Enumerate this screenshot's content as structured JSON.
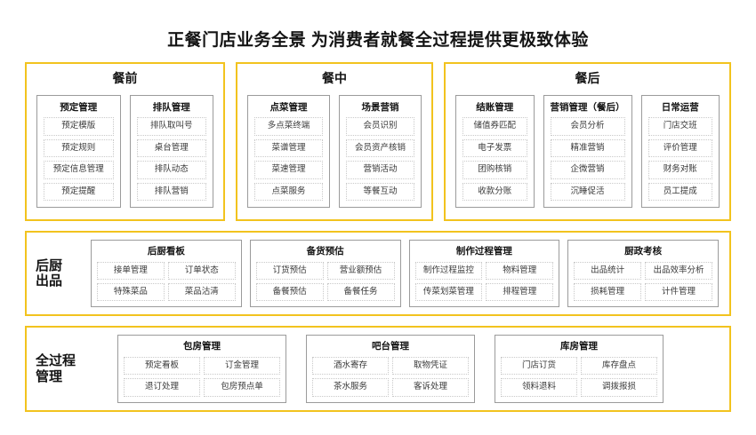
{
  "title": "正餐门店业务全景 为消费者就餐全过程提供更极致体验",
  "theme": {
    "accent": "#F2C31E",
    "group_border": "#9B9B9B",
    "item_border": "#C9C9C9",
    "background": "#FFFFFF",
    "text": "#1A1A1A"
  },
  "phases": [
    {
      "title": "餐前",
      "groups": [
        {
          "title": "预定管理",
          "items": [
            "预定模版",
            "预定规则",
            "预定信息管理",
            "预定提醒"
          ]
        },
        {
          "title": "排队管理",
          "items": [
            "排队取叫号",
            "桌台管理",
            "排队动态",
            "排队营销"
          ]
        }
      ]
    },
    {
      "title": "餐中",
      "groups": [
        {
          "title": "点菜管理",
          "items": [
            "多点菜终端",
            "菜谱管理",
            "菜速管理",
            "点菜服务"
          ]
        },
        {
          "title": "场景营销",
          "items": [
            "会员识别",
            "会员资产核销",
            "营销活动",
            "等餐互动"
          ]
        }
      ]
    },
    {
      "title": "餐后",
      "groups": [
        {
          "title": "结账管理",
          "items": [
            "储值券匹配",
            "电子发票",
            "团购核销",
            "收款分账"
          ]
        },
        {
          "title": "营销管理（餐后）",
          "items": [
            "会员分析",
            "精准营销",
            "企微营销",
            "沉睡促活"
          ]
        },
        {
          "title": "日常运营",
          "items": [
            "门店交班",
            "评价管理",
            "财务对账",
            "员工提成"
          ]
        }
      ]
    }
  ],
  "bands": [
    {
      "label": "后厨\n出品",
      "groups": [
        {
          "title": "后厨看板",
          "items": [
            "接单管理",
            "订单状态",
            "特殊菜品",
            "菜品沽清"
          ]
        },
        {
          "title": "备货预估",
          "items": [
            "订货预估",
            "营业额预估",
            "备餐预估",
            "备餐任务"
          ]
        },
        {
          "title": "制作过程管理",
          "items": [
            "制作过程监控",
            "物料管理",
            "传菜划菜管理",
            "排程管理"
          ]
        },
        {
          "title": "厨政考核",
          "items": [
            "出品统计",
            "出品效率分析",
            "损耗管理",
            "计件管理"
          ]
        }
      ]
    },
    {
      "label": "全过程\n管理",
      "groups": [
        {
          "title": "包房管理",
          "items": [
            "预定看板",
            "订金管理",
            "退订处理",
            "包房预点单"
          ]
        },
        {
          "title": "吧台管理",
          "items": [
            "酒水寄存",
            "取物凭证",
            "茶水服务",
            "客诉处理"
          ]
        },
        {
          "title": "库房管理",
          "items": [
            "门店订货",
            "库存盘点",
            "领料退料",
            "调拨报损"
          ]
        }
      ]
    }
  ]
}
